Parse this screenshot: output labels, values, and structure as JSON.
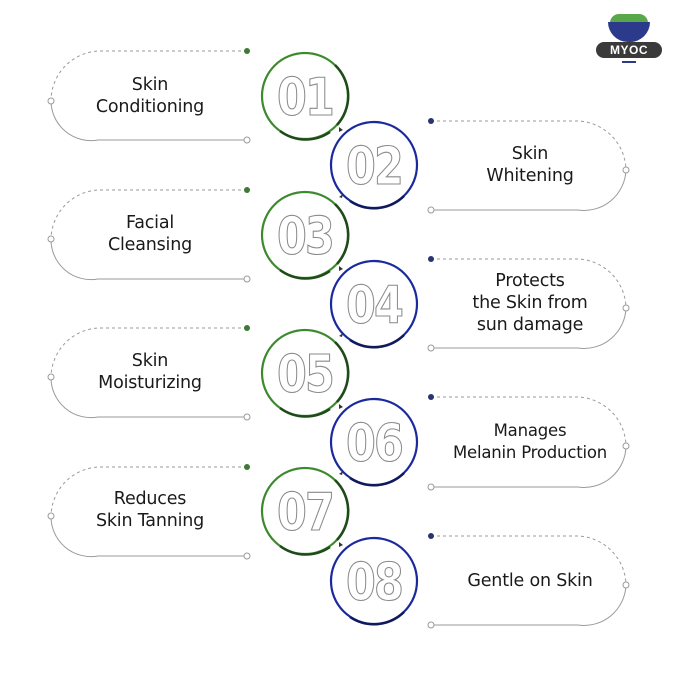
{
  "brand": {
    "logo_text": "MYOC"
  },
  "colors": {
    "green": "#3d8a2e",
    "green_dark": "#1f5a1a",
    "blue": "#1a2a9c",
    "blue_dark": "#101a6a",
    "connector": "#9a9a9a"
  },
  "items": [
    {
      "number": "01",
      "line1": "Skin",
      "line2": "Conditioning",
      "line3": "",
      "side": "left",
      "color": "green"
    },
    {
      "number": "02",
      "line1": "Skin",
      "line2": "Whitening",
      "line3": "",
      "side": "right",
      "color": "blue"
    },
    {
      "number": "03",
      "line1": "Facial",
      "line2": "Cleansing",
      "line3": "",
      "side": "left",
      "color": "green"
    },
    {
      "number": "04",
      "line1": "Protects",
      "line2": "the Skin from",
      "line3": "sun damage",
      "side": "right",
      "color": "blue"
    },
    {
      "number": "05",
      "line1": "Skin",
      "line2": "Moisturizing",
      "line3": "",
      "side": "left",
      "color": "green"
    },
    {
      "number": "06",
      "line1": "Manages",
      "line2": "Melanin Production",
      "line3": "",
      "side": "right",
      "color": "blue"
    },
    {
      "number": "07",
      "line1": "Reduces",
      "line2": "Skin Tanning",
      "line3": "",
      "side": "left",
      "color": "green"
    },
    {
      "number": "08",
      "line1": "Gentle on Skin",
      "line2": "",
      "line3": "",
      "side": "right",
      "color": "blue"
    }
  ]
}
